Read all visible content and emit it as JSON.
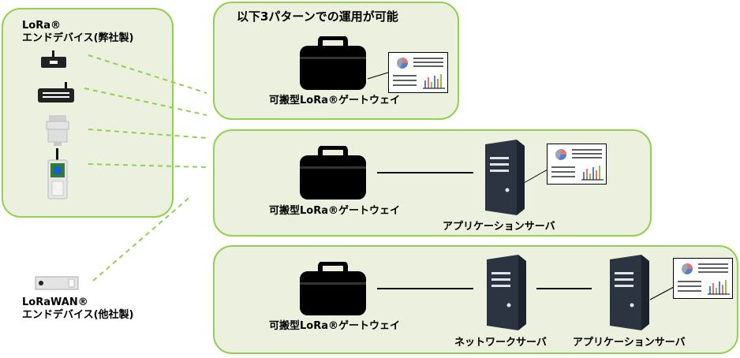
{
  "devices_own": {
    "line1": "LoRa®",
    "line2": "エンドデバイス(弊社製)"
  },
  "devices_other": {
    "line1": "LoRaWAN®",
    "line2": "エンドデバイス(他社製)"
  },
  "pattern_title": "以下3パターンでの運用が可能",
  "patterns": [
    {
      "gateway": "可搬型LoRa®ゲートウェイ"
    },
    {
      "gateway": "可搬型LoRa®ゲートウェイ",
      "app_server": "アプリケーションサーバ"
    },
    {
      "gateway": "可搬型LoRa®ゲートウェイ",
      "network_server": "ネットワークサーバ",
      "app_server": "アプリケーションサーバ"
    }
  ],
  "colors": {
    "panel_fill": "#ebf1de",
    "panel_border": "#92d050",
    "dash": "#92d050",
    "server": "#2b3440"
  }
}
